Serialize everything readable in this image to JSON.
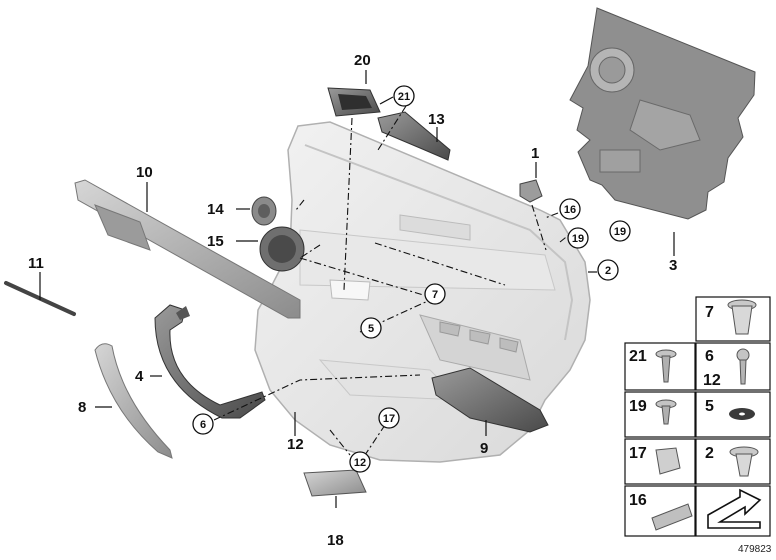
{
  "diagram": {
    "reference_number": "479823",
    "callouts": [
      "1",
      "2",
      "3",
      "4",
      "5",
      "6",
      "7",
      "8",
      "9",
      "10",
      "11",
      "12",
      "13",
      "14",
      "15",
      "16",
      "17",
      "18",
      "19",
      "20",
      "21"
    ],
    "circled_callouts": [
      "21",
      "7",
      "5",
      "16",
      "19",
      "2",
      "6",
      "17",
      "12"
    ],
    "legend_table": {
      "cells": [
        {
          "labels": [
            "7"
          ]
        },
        {
          "labels": [
            "21"
          ]
        },
        {
          "labels": [
            "6",
            "12"
          ]
        },
        {
          "labels": [
            "19"
          ]
        },
        {
          "labels": [
            "5"
          ]
        },
        {
          "labels": [
            "17"
          ]
        },
        {
          "labels": [
            "2"
          ]
        },
        {
          "labels": [
            "16"
          ]
        }
      ]
    }
  }
}
